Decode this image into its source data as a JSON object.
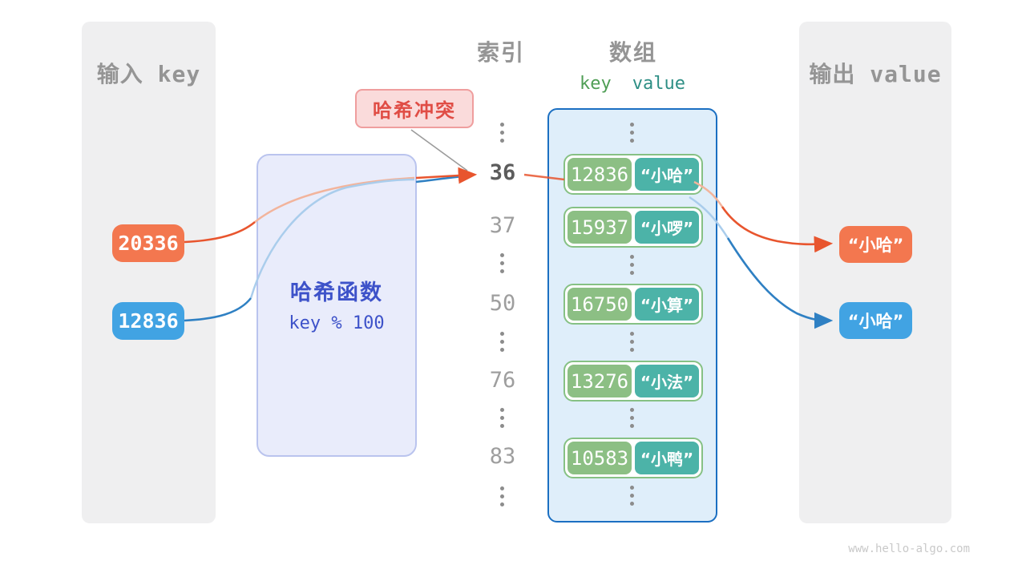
{
  "input_panel": {
    "title": "输入 key",
    "keys": [
      {
        "value": "20336"
      },
      {
        "value": "12836"
      }
    ]
  },
  "hash_box": {
    "title": "哈希函数",
    "formula": "key % 100"
  },
  "collision_label": {
    "text": "哈希冲突"
  },
  "index_column": {
    "title": "索引",
    "items": [
      "36",
      "37",
      "50",
      "76",
      "83"
    ],
    "highlighted": "36"
  },
  "array_column": {
    "title": "数组",
    "key_header": "key",
    "value_header": "value",
    "rows": [
      {
        "key": "12836",
        "value": "“小哈”"
      },
      {
        "key": "15937",
        "value": "“小啰”"
      },
      {
        "key": "16750",
        "value": "“小算”"
      },
      {
        "key": "13276",
        "value": "“小法”"
      },
      {
        "key": "10583",
        "value": "“小鸭”"
      }
    ]
  },
  "output_panel": {
    "title": "输出 value",
    "values": [
      {
        "text": "“小哈”"
      },
      {
        "text": "“小哈”"
      }
    ]
  },
  "watermark": "www.hello-algo.com",
  "colors": {
    "input_key_orange": "#f3774f",
    "input_key_blue": "#41a3e3",
    "arrow_orange": "#e8552e",
    "arrow_blue": "#2f80c3",
    "bucket_key_green": "#8cbf84",
    "bucket_value_teal": "#4cb3a8",
    "array_border_blue": "#1b6fc2",
    "hash_text_indigo": "#3d52c9",
    "collision_red": "#e04d45"
  }
}
